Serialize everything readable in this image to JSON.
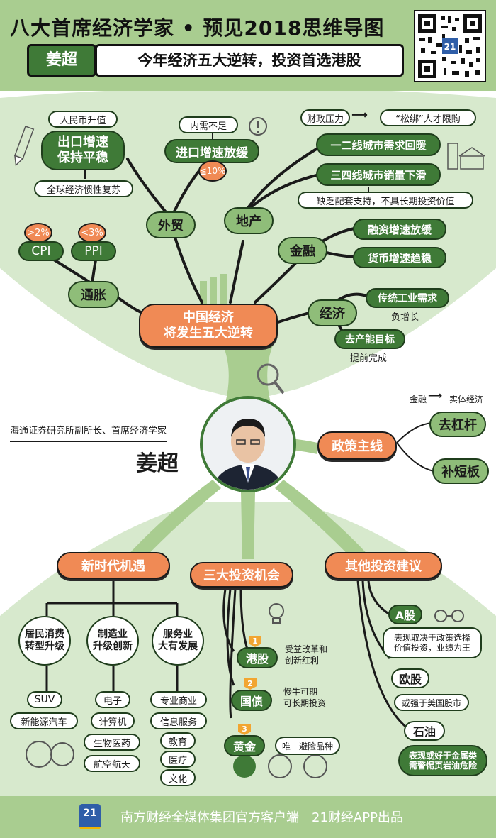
{
  "header": {
    "title": "八大首席经济学家 • 预见2018思维导图",
    "name": "姜超",
    "subtitle": "今年经济五大逆转，投资首选港股"
  },
  "person": {
    "title": "海通证券研究所副所长、首席经济学家",
    "name": "姜超"
  },
  "top": {
    "center": {
      "line1": "中国经济",
      "line2": "将发生五大逆转"
    },
    "inflation": {
      "label": "通胀",
      "cpi": "CPI",
      "cpi_badge": ">2%",
      "ppi": "PPI",
      "ppi_badge": "<3%"
    },
    "trade": {
      "label": "外贸",
      "export": {
        "line1": "出口增速",
        "line2": "保持平稳"
      },
      "export_note_top": "人民币升值",
      "export_note_bottom": "全球经济惯性复苏",
      "import": "进口增速放缓",
      "import_note": "内需不足",
      "import_badge": "≦10%"
    },
    "property": {
      "label": "地产",
      "note_top_left": "财政压力",
      "note_top_right": "“松绑”人才限购",
      "tier12": "一二线城市需求回暖",
      "tier34": "三四线城市销量下滑",
      "tier34_note": "缺乏配套支持，不具长期投资价值"
    },
    "finance": {
      "label": "金融",
      "item1": "融资增速放缓",
      "item2": "货币增速趋稳"
    },
    "economy": {
      "label": "经济",
      "item1": "传统工业需求",
      "item1_note": "负增长",
      "item2": "去产能目标",
      "item2_note": "提前完成"
    }
  },
  "policy": {
    "label": "政策主线",
    "note_left": "金融",
    "note_right": "实体经济",
    "item1": "去杠杆",
    "item2": "补短板"
  },
  "bottom": {
    "era": {
      "label": "新时代机遇",
      "consumer": {
        "line1": "居民消费",
        "line2": "转型升级"
      },
      "manufacturing": {
        "line1": "制造业",
        "line2": "升级创新"
      },
      "services": {
        "line1": "服务业",
        "line2": "大有发展"
      },
      "consumer_items": [
        "SUV",
        "新能源汽车"
      ],
      "manufacturing_items": [
        "电子",
        "计算机",
        "生物医药",
        "航空航天"
      ],
      "services_items": [
        "专业商业",
        "信息服务",
        "教育",
        "医疗",
        "文化"
      ]
    },
    "three": {
      "label": "三大投资机会",
      "items": [
        {
          "num": "1",
          "label": "港股",
          "note1": "受益改革和",
          "note2": "创新红利"
        },
        {
          "num": "2",
          "label": "国债",
          "note1": "慢牛可期",
          "note2": "可长期投资"
        },
        {
          "num": "3",
          "label": "黄金",
          "note1": "唯一避险品种",
          "note2": ""
        }
      ]
    },
    "other": {
      "label": "其他投资建议",
      "ashare": "A股",
      "ashare_note1": "表现取决于政策选择",
      "ashare_note2": "价值投资，业绩为王",
      "europe": "欧股",
      "europe_note": "或强于美国股市",
      "oil": "石油",
      "oil_note1": "表现或好于金属类",
      "oil_note2": "需警惕页岩油危险"
    }
  },
  "footer": {
    "logo": "21",
    "text": "南方财经全媒体集团官方客户端　21财经APP出品"
  },
  "colors": {
    "dark_green": "#3f7a37",
    "light_green": "#a9cd90",
    "orange": "#f08a55",
    "amber": "#f2a531"
  }
}
